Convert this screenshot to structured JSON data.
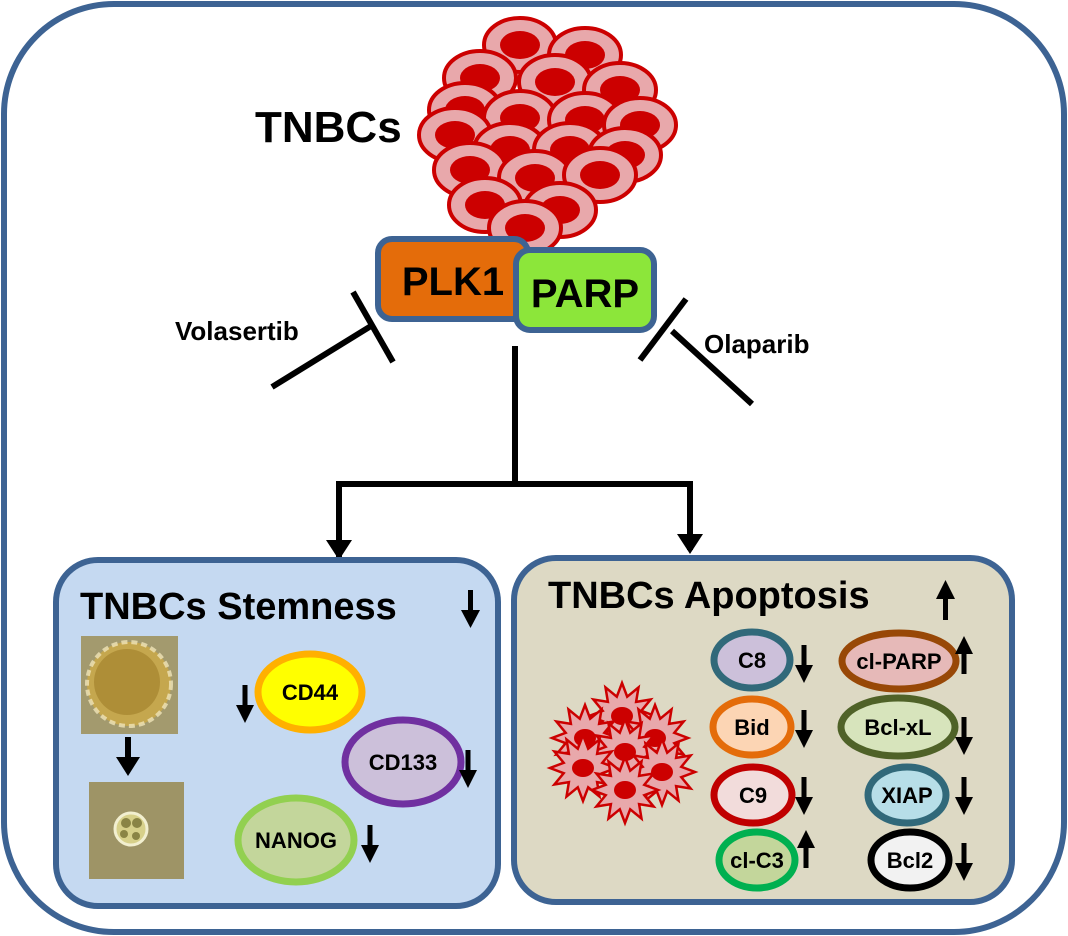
{
  "title": "TNBCs",
  "colors": {
    "frame": "#3d6393",
    "cell_fill": "#e8a8ab",
    "cell_stroke": "#cc0000",
    "plk1": "#e46c0a",
    "parp": "#8ce63a",
    "stemness_bg": "#c5d9f1",
    "apoptosis_bg": "#ddd9c4"
  },
  "targets": {
    "plk1_label": "PLK1",
    "parp_label": "PARP"
  },
  "inhibitors": {
    "left": "Volasertib",
    "right": "Olaparib"
  },
  "stemness": {
    "title": "TNBCs Stemness",
    "direction": "down",
    "markers": [
      {
        "label": "CD44",
        "direction": "down",
        "fill": "#ffff00",
        "stroke": "#ffb000"
      },
      {
        "label": "CD133",
        "direction": "down",
        "fill": "#ccc0da",
        "stroke": "#7030a0"
      },
      {
        "label": "NANOG",
        "direction": "down",
        "fill": "#c3d69b",
        "stroke": "#92d050"
      }
    ]
  },
  "apoptosis": {
    "title": "TNBCs Apoptosis",
    "direction": "up",
    "markers": [
      {
        "label": "C8",
        "direction": "down",
        "fill": "#ccc0da",
        "stroke": "#31697a"
      },
      {
        "label": "Bid",
        "direction": "down",
        "fill": "#fcd5b4",
        "stroke": "#e46c0a"
      },
      {
        "label": "C9",
        "direction": "down",
        "fill": "#f2dcdb",
        "stroke": "#c00000"
      },
      {
        "label": "cl-C3",
        "direction": "up",
        "fill": "#c3d69b",
        "stroke": "#00b050"
      },
      {
        "label": "cl-PARP",
        "direction": "up",
        "fill": "#e6b9b8",
        "stroke": "#984807"
      },
      {
        "label": "Bcl-xL",
        "direction": "down",
        "fill": "#d7e4bc",
        "stroke": "#4f6228"
      },
      {
        "label": "XIAP",
        "direction": "down",
        "fill": "#b7dee8",
        "stroke": "#31697a"
      },
      {
        "label": "Bcl2",
        "direction": "down",
        "fill": "#f2f2f2",
        "stroke": "#000000"
      }
    ]
  }
}
